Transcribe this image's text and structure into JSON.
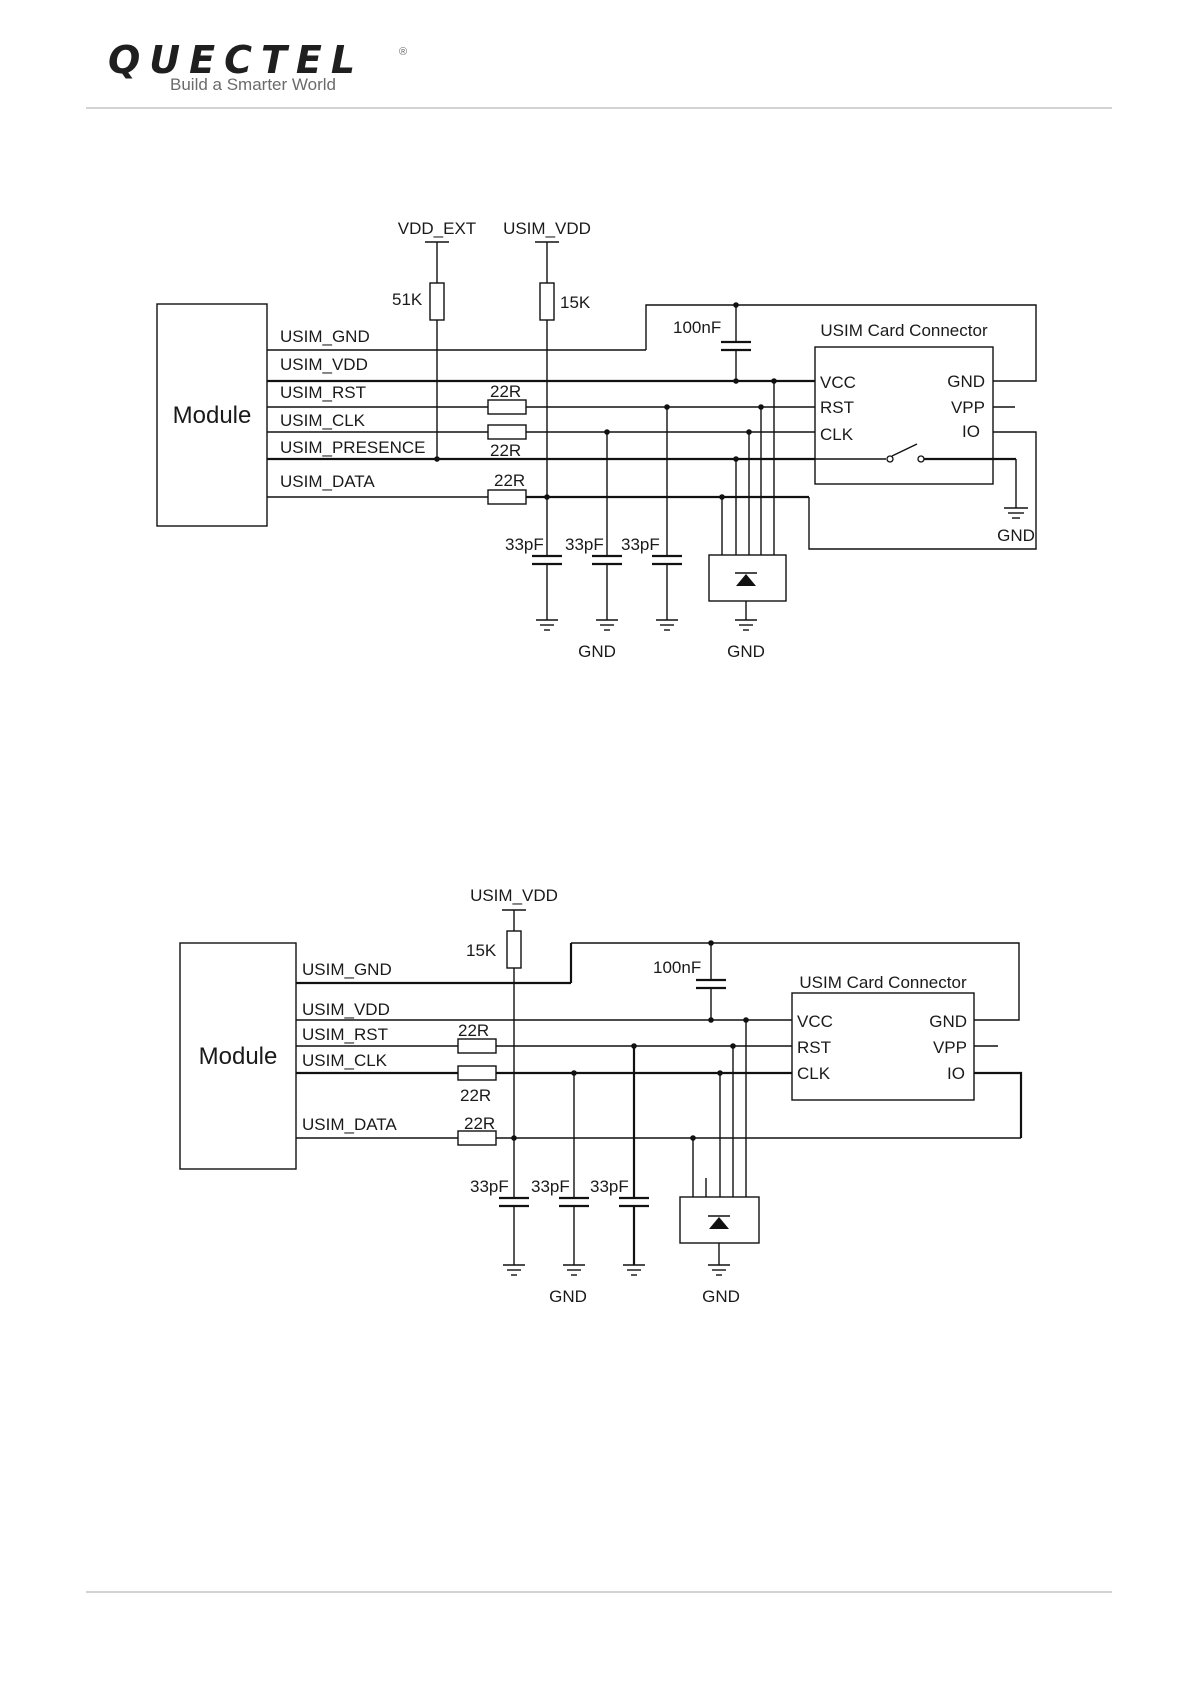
{
  "header": {
    "logo_text": "QUECTEL",
    "logo_registered": "®",
    "tagline": "Build a Smarter World"
  },
  "diagram_top": {
    "module_label": "Module",
    "supply_1": "VDD_EXT",
    "supply_2": "USIM_VDD",
    "pullup_1": "51K",
    "pullup_2": "15K",
    "signals": [
      "USIM_GND",
      "USIM_VDD",
      "USIM_RST",
      "USIM_CLK",
      "USIM_PRESENCE",
      "USIM_DATA"
    ],
    "series_resistors": [
      "22R",
      "22R",
      "22R"
    ],
    "decoupling_cap": "100nF",
    "filter_caps": [
      "33pF",
      "33pF",
      "33pF"
    ],
    "connector_title": "USIM Card Connector",
    "connector_pins_left": [
      "VCC",
      "RST",
      "CLK"
    ],
    "connector_pins_right": [
      "GND",
      "VPP",
      "IO"
    ],
    "ground_labels": [
      "GND",
      "GND",
      "GND"
    ]
  },
  "diagram_bottom": {
    "module_label": "Module",
    "supply": "USIM_VDD",
    "pullup": "15K",
    "signals": [
      "USIM_GND",
      "USIM_VDD",
      "USIM_RST",
      "USIM_CLK",
      "USIM_DATA"
    ],
    "series_resistors": [
      "22R",
      "22R",
      "22R"
    ],
    "decoupling_cap": "100nF",
    "filter_caps": [
      "33pF",
      "33pF",
      "33pF"
    ],
    "connector_title": "USIM Card Connector",
    "connector_pins_left": [
      "VCC",
      "RST",
      "CLK"
    ],
    "connector_pins_right": [
      "GND",
      "VPP",
      "IO"
    ],
    "ground_labels": [
      "GND",
      "GND"
    ]
  }
}
